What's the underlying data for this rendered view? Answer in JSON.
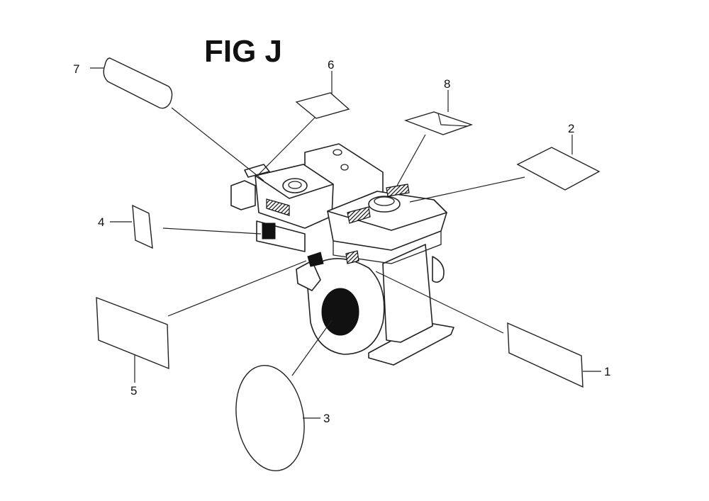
{
  "figure": {
    "title": "FIG J"
  },
  "callouts": [
    {
      "id": "1",
      "label": "1"
    },
    {
      "id": "2",
      "label": "2"
    },
    {
      "id": "3",
      "label": "3"
    },
    {
      "id": "4",
      "label": "4"
    },
    {
      "id": "5",
      "label": "5"
    },
    {
      "id": "6",
      "label": "6"
    },
    {
      "id": "7",
      "label": "7"
    },
    {
      "id": "8",
      "label": "8"
    }
  ],
  "colors": {
    "line": "#222222",
    "background": "#ffffff",
    "decal_fill": "#111111"
  }
}
